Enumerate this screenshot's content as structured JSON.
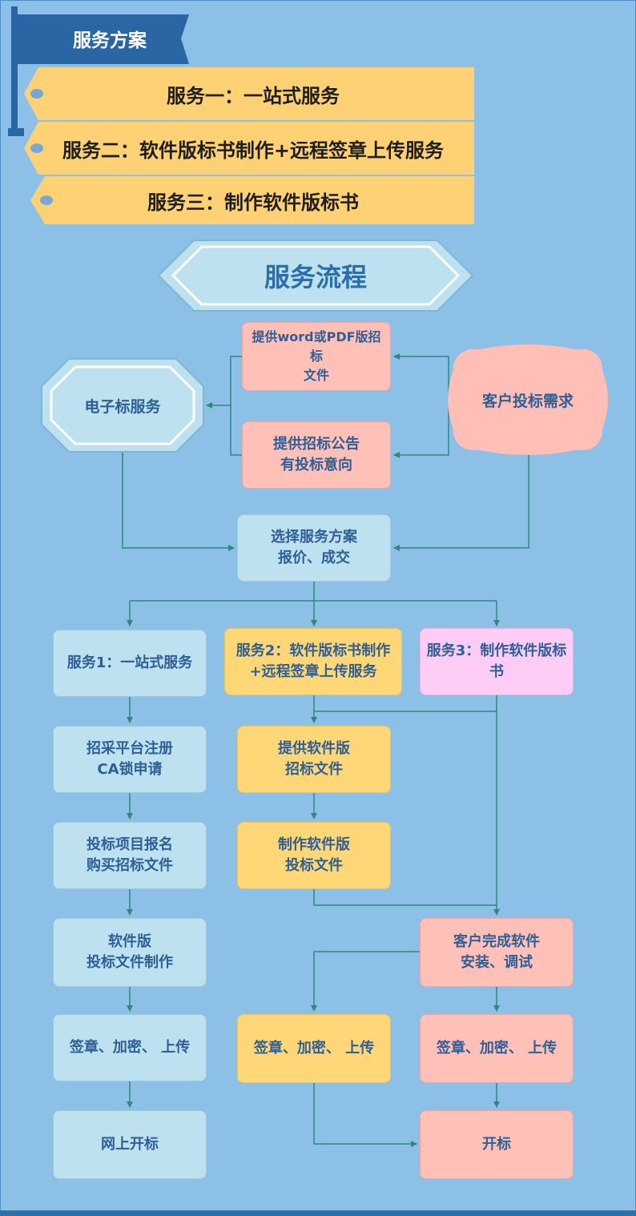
{
  "header": {
    "flag_title": "服务方案",
    "services": [
      "服务一：一站式服务",
      "服务二：软件版标书制作+远程签章上传服务",
      "服务三：制作软件版标书"
    ]
  },
  "flow": {
    "title": "服务流程",
    "start": {
      "e_bid": "电子标服务",
      "provide_file": [
        "提供word或PDF版招标",
        "文件"
      ],
      "provide_notice": [
        "提供招标公告",
        "有投标意向"
      ],
      "customer_need": "客户投标需求",
      "select_plan": [
        "选择服务方案",
        "报价、成交"
      ]
    },
    "column1": {
      "header": "服务1：一站式服务",
      "steps": [
        [
          "招采平台注册",
          "CA锁申请"
        ],
        [
          "投标项目报名",
          "购买招标文件"
        ],
        [
          "软件版",
          "投标文件制作"
        ],
        [
          "签章、加密、 上传"
        ],
        [
          "网上开标"
        ]
      ]
    },
    "column2": {
      "header": [
        "服务2：软件版标书制作",
        "+远程签章上传服务"
      ],
      "steps": [
        [
          "提供软件版",
          "招标文件"
        ],
        [
          "制作软件版",
          "投标文件"
        ],
        [
          "签章、加密、 上传"
        ]
      ]
    },
    "column3": {
      "header": [
        "服务3：制作软件版标",
        "书"
      ],
      "steps": [
        [
          "客户完成软件",
          "安装、调试"
        ],
        [
          "签章、加密、 上传"
        ],
        [
          "开标"
        ]
      ]
    }
  },
  "colors": {
    "background": "#8cc0e7",
    "flag": "#2a66a4",
    "tag": "#fdd174",
    "banner": "#bde1ee",
    "box_blue": "#bde1ee",
    "box_yellow": "#ffd776",
    "box_pink": "#ffc0b8",
    "box_lilac": "#fdcdf6",
    "connector": "#2b8a7a"
  }
}
